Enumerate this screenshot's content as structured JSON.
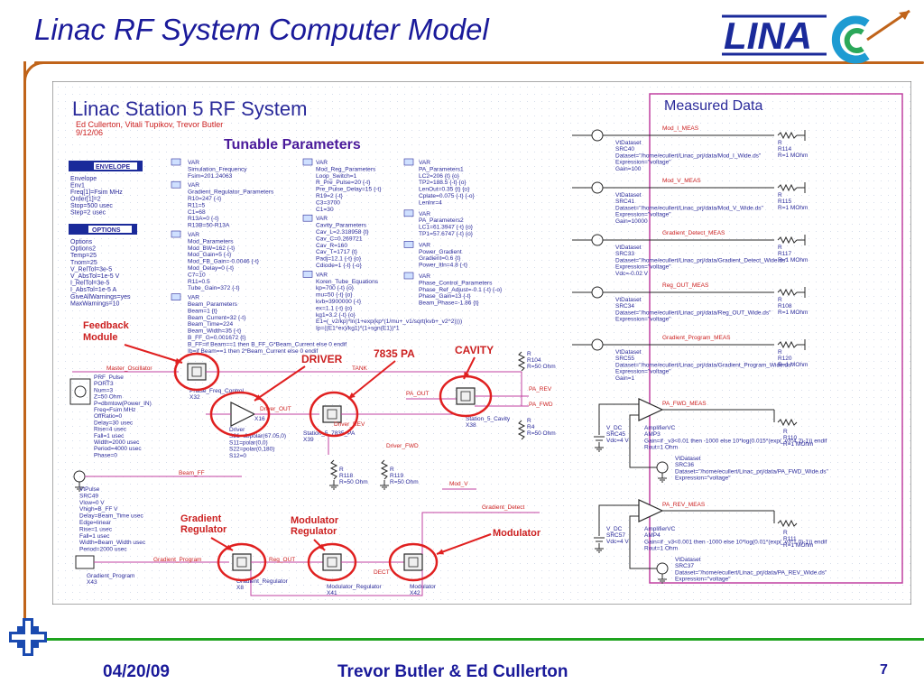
{
  "slide": {
    "title": "Linac RF System Computer Model",
    "logo_text": "LINA",
    "footer_date": "04/20/09",
    "footer_authors": "Trevor Butler & Ed Cullerton",
    "page_number": "7"
  },
  "schematic": {
    "header": {
      "title": "Linac Station 5 RF System",
      "authors": "Ed Cullerton, Vitali Tupikov, Trevor Butler",
      "date": "9/12/06",
      "tunable_title": "Tunable Parameters",
      "measured_title": "Measured Data"
    },
    "envelope": {
      "badge": "ENVELOPE",
      "lines": [
        "Envelope",
        "Env1",
        "Freq[1]=Fsim MHz",
        "Order[1]=2",
        "Stop=500 usec",
        "Step=2 usec"
      ]
    },
    "options": {
      "badge": "OPTIONS",
      "lines": [
        "Options",
        "Options2",
        "Temp=25",
        "Tnom=25",
        "V_RelTol=3e-5",
        "V_AbsTol=1e-5 V",
        "I_RelTol=3e-5",
        "I_AbsTol=1e-5 A",
        "GiveAllWarnings=yes",
        "MaxWarnings=10"
      ]
    },
    "var_col1": [
      {
        "lines": [
          "VAR",
          "Simulation_Frequency",
          "Fsim=201.24063"
        ]
      },
      {
        "lines": [
          "VAR",
          "Gradient_Regulator_Parameters",
          "R10=247 {-t}",
          "R11=5",
          "C1=68",
          "R13A=0 {-t}",
          "R13B=50-R13A"
        ]
      },
      {
        "lines": [
          "VAR",
          "Mod_Parameters",
          "Mod_BW=162 {-t}",
          "Mod_Gain=5 {-t}",
          "Mod_FB_Gain=-0.0046 {-t}",
          "Mod_Delay=0 {-t}",
          "C7=10",
          "R11=0.5",
          "Tube_Gain=372 {-t}"
        ]
      },
      {
        "lines": [
          "VAR",
          "Beam_Parameters",
          "Beam=1 {t}",
          "Beam_Current=32 {-t}",
          "Beam_Time=224",
          "Beam_Width=35 {-t}",
          "B_FF_G=0.001672 {t}",
          "B_FF=if Beam==1 then B_FF_G*Beam_Current else 0 endif",
          "Ib=if Beam==1 then 2*Beam_Current else 0 endif"
        ]
      }
    ],
    "var_col2": [
      {
        "lines": [
          "VAR",
          "Mod_Reg_Parameters",
          "Loop_Switch=1",
          "R_Pre_Pulse=20 {-t}",
          "Pre_Pulse_Delay=15 {-t}",
          "R19=2 {-t}",
          "C3=3700",
          "C1=30"
        ]
      },
      {
        "lines": [
          "VAR",
          "Cavity_Parameters",
          "Cav_L=2.318958 {t}",
          "Cav_C=0.269721",
          "Cav_R=160",
          "Cav_T=1717 {t}",
          "Padj=12.1 {-t} {o}",
          "Cdiode=1 {-t} {-o}"
        ]
      },
      {
        "lines": [
          "VAR",
          "Koren_Tube_Equations",
          "kp=700 {-t} {o}",
          "mu=50 {-t} {o}",
          "kvb=3900000 {-t}",
          "ex=1.1 {-t} {o}",
          "kg1=3.2 {-t} {o}",
          "E1=(_v2/kp)*ln(1+exp(kp*(1/mu+_v1/sqrt(kvb+_v2^2))))",
          "Ip=((E1^ex)/kg1)*(1+sgn(E1))*1"
        ]
      }
    ],
    "var_col3": [
      {
        "lines": [
          "VAR",
          "PA_Parameters1",
          "LC2=206 {t} {o}",
          "TP2=188.5 {-t} {o}",
          "LenOut=0.35 {t} {o}",
          "Cplate=0.075 {-t} {-o}",
          "Lenlnr=4"
        ]
      },
      {
        "lines": [
          "VAR",
          "PA_Parameters2",
          "LC1=61.3947 {-t} {o}",
          "TP1=57.6747 {-t} {o}"
        ]
      },
      {
        "lines": [
          "VAR",
          "Power_Gradient",
          "Gradient=0.6 {t}",
          "Power_ltln=4.8 {-t}"
        ]
      },
      {
        "lines": [
          "VAR",
          "Phase_Control_Parameters",
          "Phase_Ref_Adjust=-0.1 {-t} {-o}",
          "Phase_Gain=13 {-t}",
          "Beam_Phase=-1.86 {t}"
        ]
      }
    ],
    "measured": [
      {
        "wire": "Mod_I_MEAS",
        "src": [
          "VtDataset",
          "SRC40",
          "Dataset=\"/home/ecullert/Linac_prj/data/Mod_I_Wide.ds\"",
          "Expression=\"voltage\"",
          "Gain=100"
        ],
        "res": [
          "R",
          "R114",
          "R=1 MOhm"
        ]
      },
      {
        "wire": "Mod_V_MEAS",
        "src": [
          "VtDataset",
          "SRC41",
          "Dataset=\"/home/ecullert/Linac_prj/data/Mod_V_Wide.ds\"",
          "Expression=\"voltage\"",
          "Gain=10000"
        ],
        "res": [
          "R",
          "R115",
          "R=1 MOhm"
        ]
      },
      {
        "wire": "Gradient_Detect_MEAS",
        "src": [
          "VtDataset",
          "SRC33",
          "Dataset=\"/home/ecullert/Linac_prj/data/Gradient_Detect_Wide.ds\"",
          "Expression=\"voltage\"",
          "Vdc=-0.02 V"
        ],
        "res": [
          "R",
          "R117",
          "R=1 MOhm"
        ]
      },
      {
        "wire": "Reg_OUT_MEAS",
        "src": [
          "VtDataset",
          "SRC34",
          "Dataset=\"/home/ecullert/Linac_prj/data/Reg_OUT_Wide.ds\"",
          "Expression=\"voltage\""
        ],
        "res": [
          "R",
          "R108",
          "R=1 MOhm"
        ]
      },
      {
        "wire": "Gradient_Program_MEAS",
        "src": [
          "VtDataset",
          "SRC55",
          "Dataset=\"/home/ecullert/Linac_prj/data/Gradient_Program_Wide.ds\"",
          "Expression=\"voltage\"",
          "Gain=1"
        ],
        "res": [
          "R",
          "R120",
          "R=1 MOhm"
        ]
      }
    ],
    "amps": [
      {
        "wire": "PA_FWD_MEAS",
        "vdc": [
          "V_DC",
          "SRC45",
          "Vdc=4 V"
        ],
        "amp": [
          "AmplifierVC",
          "AMP3",
          "Gain=if _v3<0.01 then -1000 else 10*log(0.015*(exp(_v3*4.2)-1)) endif",
          "Rout=1 Ohm"
        ],
        "src": [
          "VtDataset",
          "SRC36",
          "Dataset=\"/home/ecullert/Linac_prj/data/PA_FWD_Wide.ds\"",
          "Expression=\"voltage\""
        ],
        "res": [
          "R",
          "R110",
          "R=1 MOhm"
        ]
      },
      {
        "wire": "PA_REV_MEAS",
        "vdc": [
          "V_DC",
          "SRC57",
          "Vdc=4 V"
        ],
        "amp": [
          "AmplifierVC",
          "AMP4",
          "Gain=if _v3<0.001 then -1000 else 10*log(0.01*(exp(_v3*1.0)-1)) endif",
          "Rout=1 Ohm"
        ],
        "src": [
          "VtDataset",
          "SRC37",
          "Dataset=\"/home/ecullert/Linac_prj/data/PA_REV_Wide.ds\"",
          "Expression=\"voltage\""
        ],
        "res": [
          "R",
          "R111",
          "R=1 MOhm"
        ]
      }
    ],
    "callouts": {
      "feedback": [
        "Feedback",
        "Module"
      ],
      "driver": "DRIVER",
      "pa": "7835 PA",
      "cavity": "CAVITY",
      "gradient": [
        "Gradient",
        "Regulator"
      ],
      "modreg": [
        "Modulator",
        "Regulator"
      ],
      "modulator": "Modulator"
    },
    "circuit": {
      "master_osc": "Master_Oscillator",
      "tank": "TANK",
      "pa_out": "PA_OUT",
      "driver_out": "Driver_OUT",
      "pa_rev": "PA_REV",
      "pa_fwd": "PA_FWD",
      "driver_rev": "Driver_REV",
      "driver_fwd": "Driver_FWD",
      "mod_v": "Mod_V",
      "gradient_detect": "Gradient_Detect",
      "beam_ff": "Beam_FF",
      "gradient_program_wire": "Gradient_Program",
      "reg_out": "Reg_OUT",
      "dect": "DECT",
      "phase_freq": [
        "Phase_Freq_Control",
        "X32"
      ],
      "driver_sp": [
        "Driver",
        "S21=dbpolar(67.05,0)",
        "S11=polar(0,0)",
        "S22=polar(0,180)",
        "S12=0"
      ],
      "driver_tag": "X16",
      "station_pa": [
        "Station_5_7835_PA",
        "X39"
      ],
      "station_cav": [
        "Station_5_Cavity",
        "X38"
      ],
      "pulse_port": [
        "PRF_Pulse",
        "PORT3",
        "Num=3",
        "Z=50 Ohm",
        "P=dbmtow(Power_IN)",
        "Freq=Fsim MHz",
        "OffRatio=0",
        "Delay=30 usec",
        "Rise=4 usec",
        "Fall=1 usec",
        "Width=2000 usec",
        "Period=4000 usec",
        "Phase=0"
      ],
      "vtpulse": [
        "VtPulse",
        "SRC49",
        "Vlow=0 V",
        "Vhigh=B_FF V",
        "Delay=Beam_Time usec",
        "Edge=linear",
        "Rise=1 usec",
        "Fall=1 usec",
        "Width=Beam_Width usec",
        "Period=2000 usec"
      ],
      "r104": [
        "R",
        "R104",
        "R=50 Ohm"
      ],
      "r4": [
        "R",
        "R4",
        "R=50 Ohm"
      ],
      "r118": [
        "R",
        "R118",
        "R=50 Ohm"
      ],
      "r119": [
        "R",
        "R119",
        "R=50 Ohm"
      ],
      "grad_reg": [
        "Gradient_Regulator",
        "X8"
      ],
      "mod_reg": [
        "Modulator_Regulator",
        "X41"
      ],
      "mod": [
        "Modulator",
        "X42"
      ],
      "grad_prog": [
        "Gradient_Program",
        "X43"
      ]
    }
  }
}
